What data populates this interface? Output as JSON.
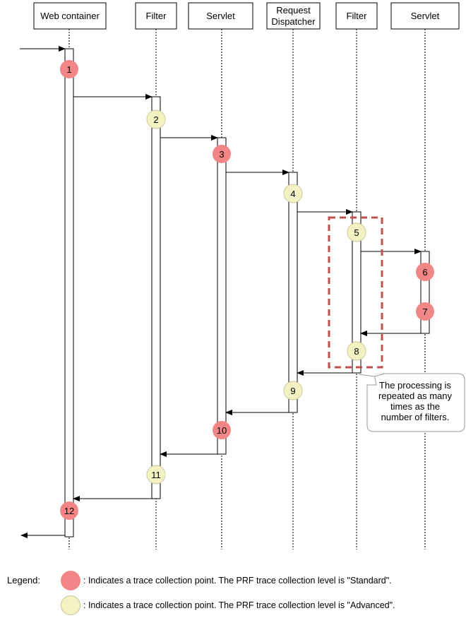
{
  "colors": {
    "standard": "#F28585",
    "advanced": "#F2F2C2",
    "advanced_stroke": "#C8C89A",
    "repeat_box": "#C0504D"
  },
  "participants": [
    {
      "label": "Web container"
    },
    {
      "label": "Filter"
    },
    {
      "label": "Servlet"
    },
    {
      "label": "Request\nDispatcher"
    },
    {
      "label": "Filter"
    },
    {
      "label": "Servlet"
    }
  ],
  "points": [
    {
      "num": "1",
      "level": "standard"
    },
    {
      "num": "2",
      "level": "advanced"
    },
    {
      "num": "3",
      "level": "standard"
    },
    {
      "num": "4",
      "level": "advanced"
    },
    {
      "num": "5",
      "level": "advanced"
    },
    {
      "num": "6",
      "level": "standard"
    },
    {
      "num": "7",
      "level": "standard"
    },
    {
      "num": "8",
      "level": "advanced"
    },
    {
      "num": "9",
      "level": "advanced"
    },
    {
      "num": "10",
      "level": "standard"
    },
    {
      "num": "11",
      "level": "advanced"
    },
    {
      "num": "12",
      "level": "standard"
    }
  ],
  "callout": {
    "lines": [
      "The processing is",
      "repeated as many",
      "times as the",
      "number of filters."
    ]
  },
  "legend": {
    "label": "Legend:",
    "standard_text": ": Indicates a trace collection point. The PRF trace collection level is \"Standard\".",
    "advanced_text": ": Indicates a trace collection point. The PRF trace collection level is \"Advanced\"."
  }
}
